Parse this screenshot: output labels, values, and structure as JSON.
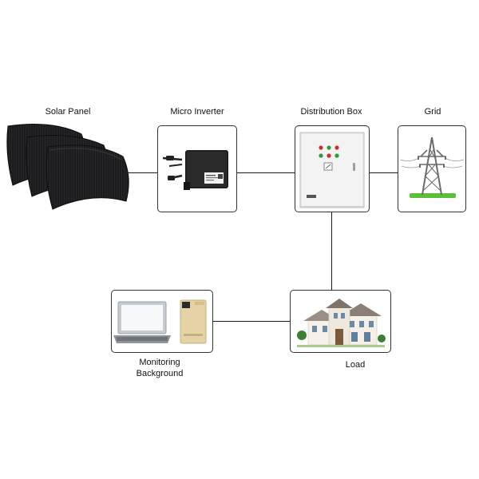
{
  "nodes": {
    "solar_panel": {
      "label": "Solar Panel"
    },
    "micro_inverter": {
      "label": "Micro Inverter"
    },
    "distribution_box": {
      "label": "Distribution Box"
    },
    "grid": {
      "label": "Grid"
    },
    "load": {
      "label": "Load"
    },
    "monitoring": {
      "label_line1": "Monitoring",
      "label_line2": "Background"
    }
  },
  "colors": {
    "line": "#1a1a1a",
    "box_border": "#333333",
    "panel": "#1c1c1e",
    "grass": "#5bbf3a",
    "tower": "#6b6b6b"
  }
}
